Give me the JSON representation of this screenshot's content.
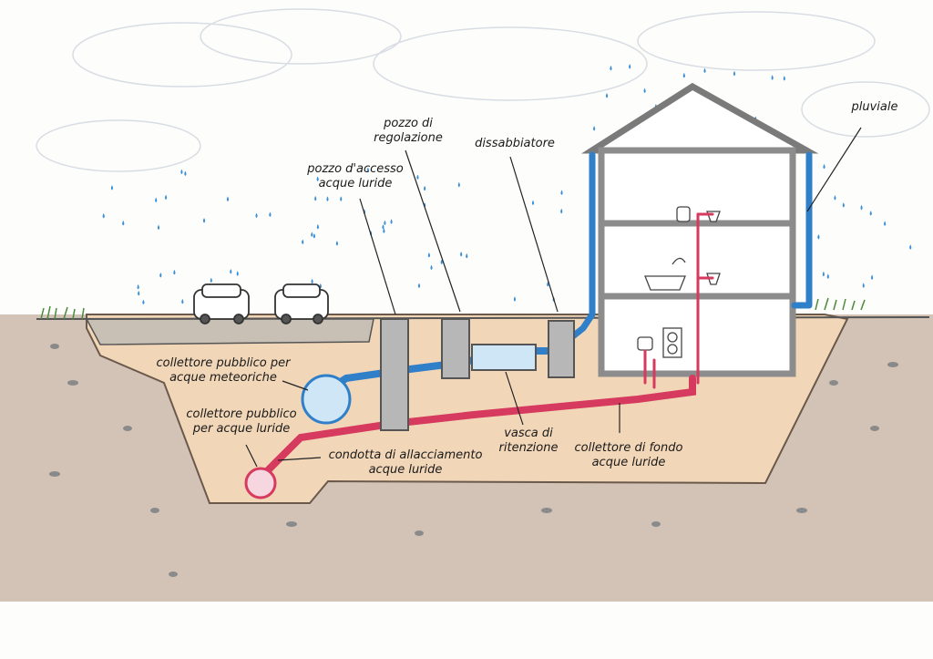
{
  "labels": {
    "pozzo_regolazione": "pozzo di\nregolazione",
    "dissabbiatore": "dissabbiatore",
    "pluviale": "pluviale",
    "pozzo_accesso": "pozzo d'accesso\nacque luride",
    "collettore_meteoriche": "collettore pubblico per\nacque meteoriche",
    "collettore_luride": "collettore pubblico\nper acque luride",
    "condotta": "condotta di allacciamento\nacque luride",
    "vasca": "vasca di\nritenzione",
    "collettore_fondo": "collettore di fondo\nacque luride"
  },
  "colors": {
    "rainwater": "#2f7fc9",
    "wastewater": "#d63a5e",
    "soil": "#e8c9a8",
    "concrete": "#9a9a9a",
    "rain": "#3a8fd6"
  }
}
